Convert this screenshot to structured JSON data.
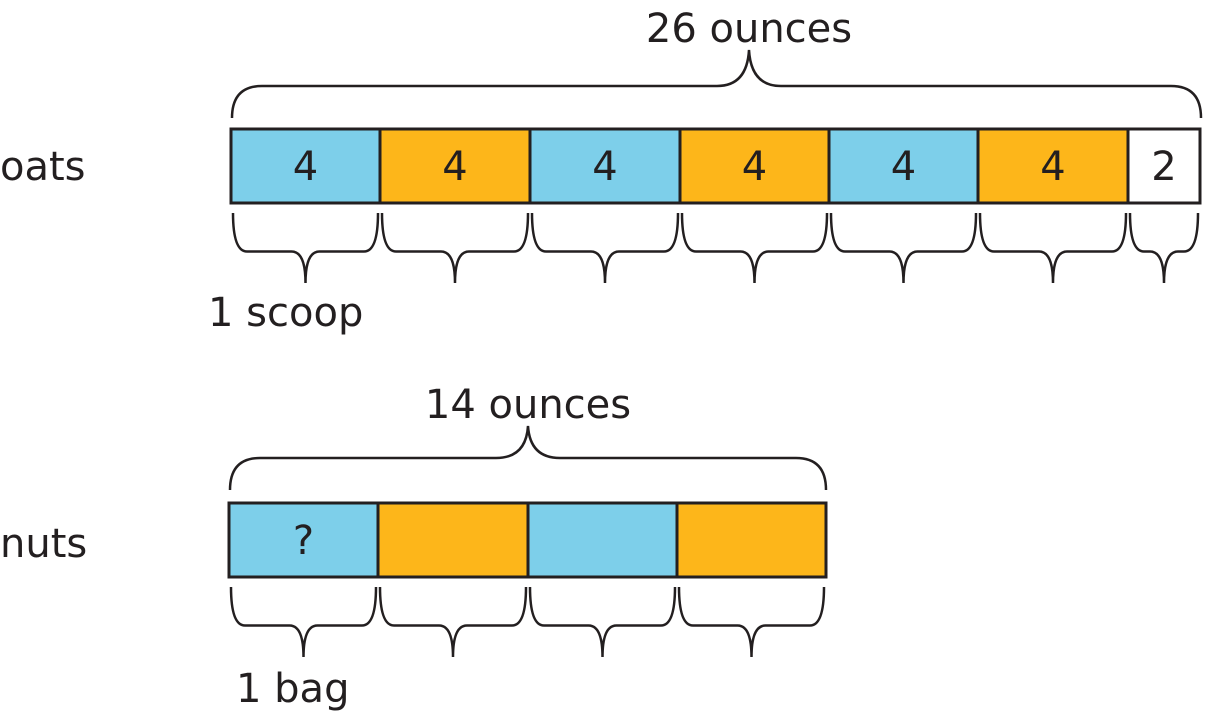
{
  "colors": {
    "blue": "#7dcfea",
    "orange": "#fdb61a",
    "white": "#ffffff",
    "stroke": "#231f20"
  },
  "oats": {
    "row_label": "oats",
    "total_label": "26 ounces",
    "unit_label": "1 scoop",
    "segments": [
      {
        "text": "4",
        "color": "blue",
        "value": 4
      },
      {
        "text": "4",
        "color": "orange",
        "value": 4
      },
      {
        "text": "4",
        "color": "blue",
        "value": 4
      },
      {
        "text": "4",
        "color": "orange",
        "value": 4
      },
      {
        "text": "4",
        "color": "blue",
        "value": 4
      },
      {
        "text": "4",
        "color": "orange",
        "value": 4
      },
      {
        "text": "2",
        "color": "white",
        "value": 2
      }
    ]
  },
  "nuts": {
    "row_label": "nuts",
    "total_label": "14 ounces",
    "unit_label": "1 bag",
    "segments": [
      {
        "text": "?",
        "color": "blue"
      },
      {
        "text": "",
        "color": "orange"
      },
      {
        "text": "",
        "color": "blue"
      },
      {
        "text": "",
        "color": "orange"
      }
    ]
  }
}
